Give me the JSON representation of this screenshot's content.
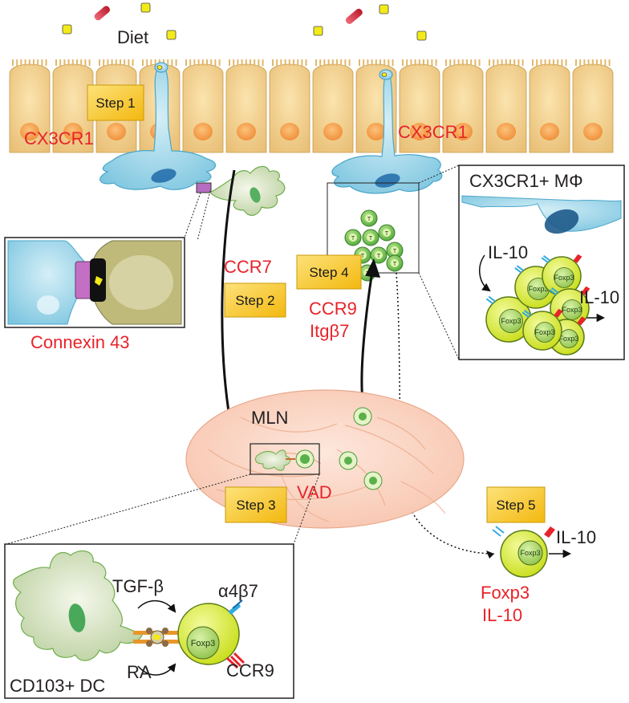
{
  "labels": {
    "diet": "Diet",
    "cx3cr1_left": "CX3CR1",
    "cx3cr1_right": "CX3CR1",
    "cx3cr1_mphi": "CX3CR1+ MΦ",
    "connexin": "Connexin 43",
    "ccr7": "CCR7",
    "ccr9_itg_line1": "CCR9",
    "ccr9_itg_line2": "Itgβ7",
    "mln": "MLN",
    "vad": "VAD",
    "il10_inset_top": "IL-10",
    "il10_inset_right": "IL-10",
    "tgf": "TGF-β",
    "ra": "RA",
    "a4b7": "α4β7",
    "ccr9_inset": "CCR9",
    "cd103": "CD103+ DC",
    "foxp3_cell": "Foxp3",
    "il10_cell": "IL-10",
    "foxp3_red": "Foxp3",
    "il10_red": "IL-10",
    "t_cell": "T",
    "foxp3_inset": "Foxp3"
  },
  "steps": [
    "Step 1",
    "Step 2",
    "Step 3",
    "Step 4",
    "Step 5"
  ],
  "colors": {
    "epithelium": "#f3cf86",
    "nucleus": "#f7a24a",
    "macrophage": "#8fd0e6",
    "dc": "#d8e5c5",
    "tcell": "#d7ef2a",
    "step_box": "#f7c91a",
    "mln": "#fbd8c8",
    "red_label": "#e8232a"
  }
}
